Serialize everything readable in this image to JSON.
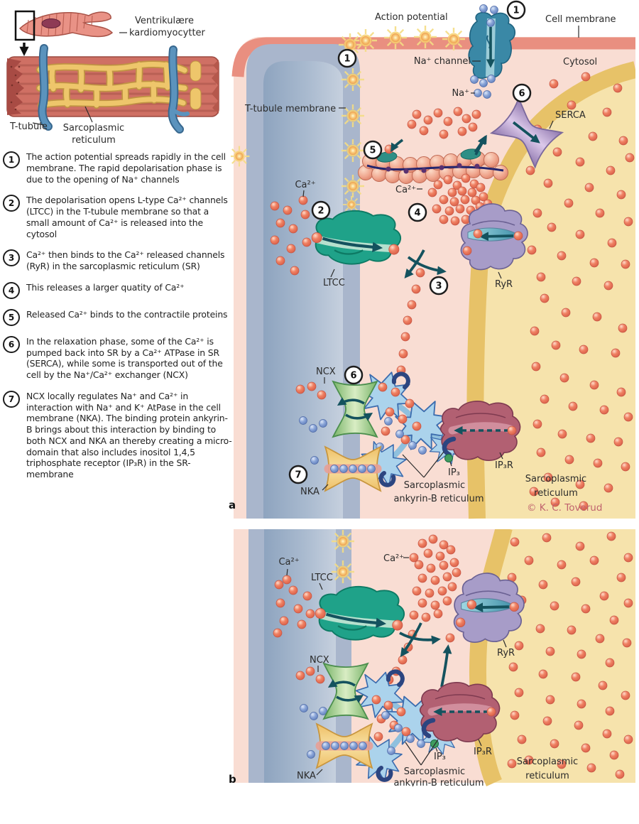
{
  "figure": {
    "copyright": "© K. C. Toverud",
    "panel_a_letter": "a",
    "panel_b_letter": "b"
  },
  "inset": {
    "cell_label_line1": "Ventrikulære",
    "cell_label_line2": "kardiomyocytter",
    "t_tubule": "T-tubule",
    "sr_label_line1": "Sarcoplasmic",
    "sr_label_line2": "reticulum"
  },
  "steps": [
    {
      "num": "1",
      "text": "The action potential spreads rapidly in the cell membrane. The rapid depolarisation phase is due to the opening of Na⁺ channels"
    },
    {
      "num": "2",
      "text": "The depolarisation opens L-type Ca²⁺ channels (LTCC) in the T-tubule membrane so that a small amount of Ca²⁺ is released into the cytosol"
    },
    {
      "num": "3",
      "text": "Ca²⁺ then binds to the Ca²⁺ released channels (RyR) in the sarcoplasmic reticulum (SR)"
    },
    {
      "num": "4",
      "text": "This releases a larger quatity of Ca²⁺"
    },
    {
      "num": "5",
      "text": "Released Ca²⁺ binds to the contractile proteins"
    },
    {
      "num": "6",
      "text": "In the relaxation phase, some of the Ca²⁺ is pumped back into SR by a Ca²⁺ ATPase in SR (SERCA), while some is transported out of the cell by the Na⁺/Ca²⁺ exchanger (NCX)"
    },
    {
      "num": "7",
      "text": "NCX locally regulates Na⁺ and Ca²⁺ in interaction with Na⁺ and K⁺ AtPase in the cell membrane (NKA). The binding protein ankyrin-B brings about this interaction by binding to both NCX and NKA an thereby creating a micro-domain that also includes inositol 1,4,5 triphosphate receptor (IP₃R) in the SR-membrane"
    }
  ],
  "labels": {
    "action_potential": "Action potential",
    "cell_membrane": "Cell membrane",
    "cytosol": "Cytosol",
    "na_channel": "Na⁺ channel",
    "na_ion": "Na⁺",
    "serca": "SERCA",
    "t_tubule_membrane": "T-tubule membrane",
    "ca_ion": "Ca²⁺",
    "ltcc": "LTCC",
    "ryr": "RyR",
    "ncx": "NCX",
    "nka": "NKA",
    "ip3": "IP₃",
    "ip3r": "IP₃R",
    "sarco_line1": "Sarcoplasmic",
    "ankyrin_line2": "ankyrin-B reticulum",
    "sr_line1": "Sarcoplasmic",
    "sr_line2": "reticulum"
  },
  "markers": {
    "n1": "1",
    "n2": "2",
    "n3": "3",
    "n4": "4",
    "n5": "5",
    "n6": "6",
    "n7": "7"
  },
  "colors": {
    "membrane": "#e98f80",
    "cytosol": "#f9ddd3",
    "t_tubule_membrane": "#a9b6cc",
    "sr_membrane": "#e7c268",
    "sr_lumen": "#f6e3ac",
    "calcium": "#ef7b63",
    "sodium": "#7d9bd2",
    "ltcc": "#1fa289",
    "ncx": "#8cc87c",
    "nka": "#f5cb78",
    "ryr": "#a79cc8",
    "serca": "#b195c9",
    "ip3r": "#b26072",
    "ankyrin": "#abd3ec",
    "na_channel": "#3a88a6",
    "arrow": "#14525e",
    "copyright": "#c0636e"
  }
}
